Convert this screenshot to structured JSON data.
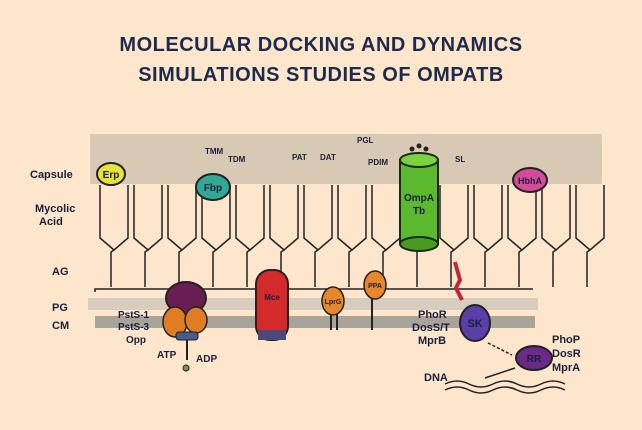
{
  "title": {
    "line1": "MOLECULAR DOCKING AND DYNAMICS",
    "line2": "SIMULATIONS STUDIES OF OMPATB"
  },
  "layers": {
    "capsule": "Capsule",
    "mycolic": "Mycolic",
    "acid": "Acid",
    "ag": "AG",
    "pg": "PG",
    "cm": "CM"
  },
  "lipids": {
    "tmm": "TMM",
    "tdm": "TDM",
    "pat": "PAT",
    "dat": "DAT",
    "pgl": "PGL",
    "pdim": "PDIM",
    "sl": "SL"
  },
  "proteins": {
    "erp": "Erp",
    "fbp": "Fbp",
    "ompa_1": "OmpA",
    "ompa_2": "Tb",
    "hbha": "HbhA",
    "mce": "Mce",
    "lprg": "LprG",
    "ppa": "PPA",
    "sk": "SK",
    "rr": "RR"
  },
  "transport": {
    "psts1": "PstS-1",
    "psts3": "PstS-3",
    "opp": "Opp",
    "atp": "ATP",
    "adp": "ADP"
  },
  "signaling": {
    "phor": "PhoR",
    "doss": "DosS/T",
    "mprb": "MprB",
    "phop": "PhoP",
    "dosr": "DosR",
    "mpra": "MprA",
    "dna": "DNA"
  }
}
